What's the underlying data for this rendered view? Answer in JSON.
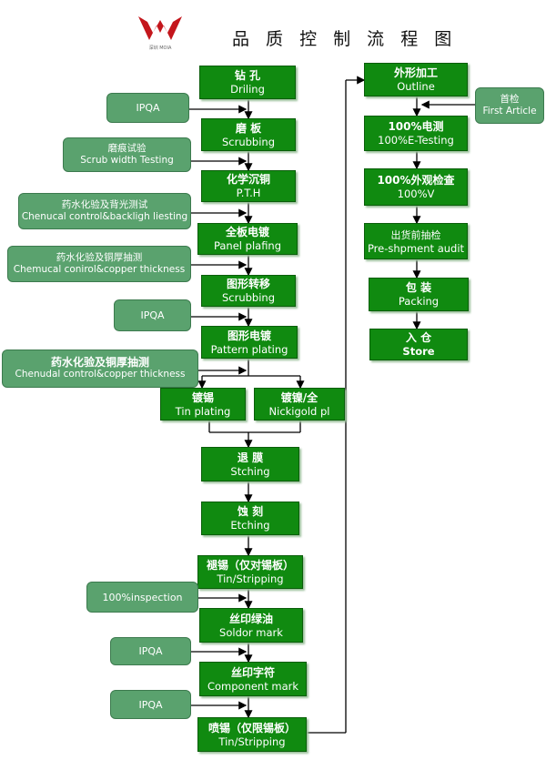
{
  "title": "品 质 控 制 流 程 图",
  "logo": {
    "text": "深圳 MOIA"
  },
  "colors": {
    "step_box": "#108a10",
    "side_box": "#5aa26e",
    "line": "#000000"
  },
  "steps": [
    {
      "cn": "钻 孔",
      "en": "Driling"
    },
    {
      "cn": "磨 板",
      "en": "Scrubbing"
    },
    {
      "cn": "化学沉铜",
      "en": "P.T.H"
    },
    {
      "cn": "全板电镀",
      "en": "Panel plafing"
    },
    {
      "cn": "图形转移",
      "en": "Scrubbing"
    },
    {
      "cn": "图形电镀",
      "en": "Pattern plating"
    },
    {
      "cn": "镀锡",
      "en": "Tin plating"
    },
    {
      "cn": "镀镍/全",
      "en": "Nickigold pl"
    },
    {
      "cn": "退 膜",
      "en": "Stching"
    },
    {
      "cn": "蚀 刻",
      "en": "Etching"
    },
    {
      "cn": "褪锡（仅对锡板）",
      "en": "Tin/Stripping"
    },
    {
      "cn": "丝印绿油",
      "en": "Soldor mark"
    },
    {
      "cn": "丝印字符",
      "en": "Component mark"
    },
    {
      "cn": "喷锡（仅限锡板）",
      "en": "Tin/Stripping"
    },
    {
      "cn": "外形加工",
      "en": "Outline"
    },
    {
      "cn": "100%电测",
      "en": "100%E-Testing"
    },
    {
      "cn": "100%外观检查",
      "en": "100%V"
    },
    {
      "cn": "出货前抽检",
      "en": "Pre-shpment audit"
    },
    {
      "cn": "包 装",
      "en": "Packing"
    },
    {
      "cn": "入 仓",
      "en": "Store"
    }
  ],
  "checks": [
    {
      "text": "IPQA"
    },
    {
      "cn": "磨痕试验",
      "en": "Scrub width Testing"
    },
    {
      "cn": "药水化验及背光测试",
      "en": "Chenucal control&backligh liesting"
    },
    {
      "cn": "药水化验及铜厚抽测",
      "en": "Chemucal conirol&copper thickness"
    },
    {
      "text": "IPQA"
    },
    {
      "cn": "药水化验及铜厚抽测",
      "en": "Chenudal control&copper thickness"
    },
    {
      "text": "100%inspection"
    },
    {
      "text": "IPQA"
    },
    {
      "text": "IPQA"
    },
    {
      "cn": "首检",
      "en": "First Article"
    }
  ]
}
